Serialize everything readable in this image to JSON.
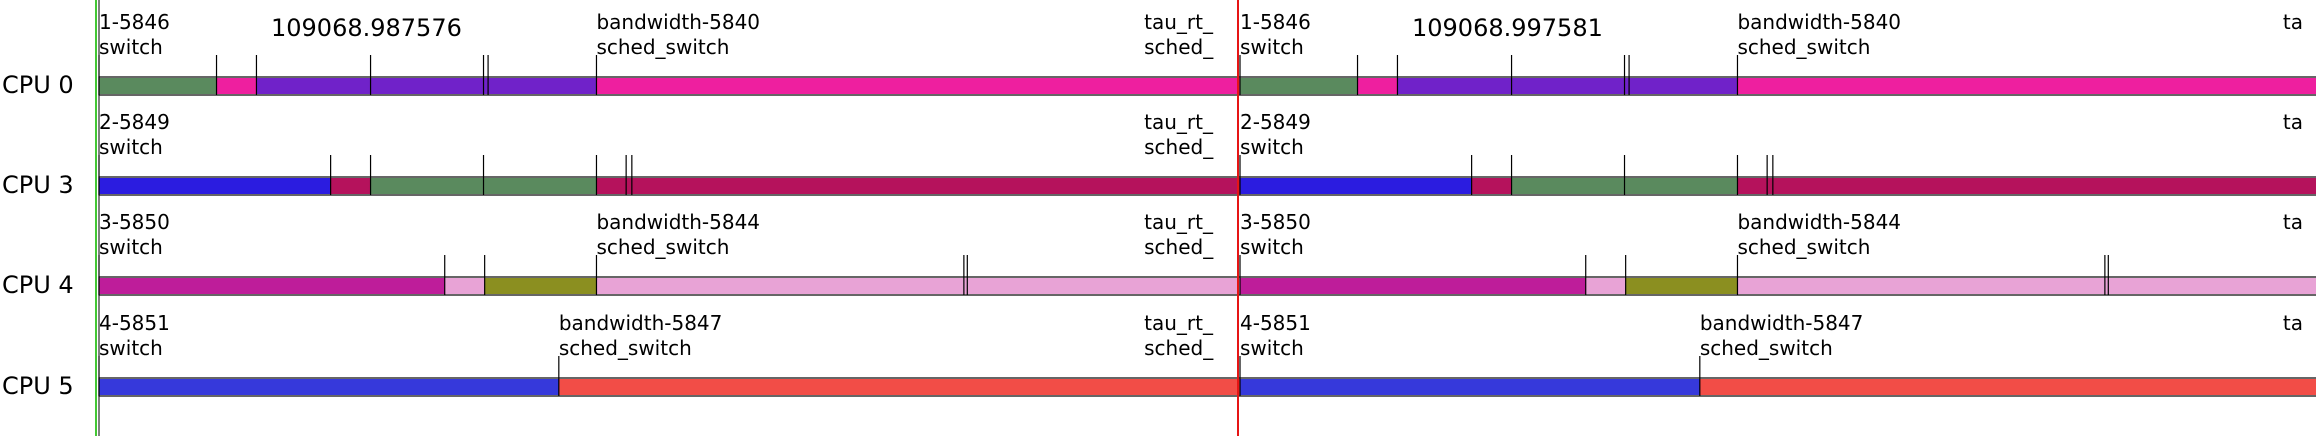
{
  "app": {
    "type": "trace-viewer",
    "timestamps": [
      {
        "t_label": "109068.987576",
        "x_us": 0
      },
      {
        "t_label": "109068.997581",
        "x_us": 1
      }
    ]
  },
  "colors": {
    "green": "#5a8a5e",
    "pink": "#ee1f9f",
    "purple": "#7022c9",
    "blue": "#2b1ce0",
    "crimson": "#b5125c",
    "magenta": "#be1d9a",
    "lightpink": "#e8a3d6",
    "olive": "#8b8f20",
    "royal": "#3639db",
    "red": "#f24d47",
    "cursor": "#e61515",
    "marker": "#43c734"
  },
  "rows": [
    {
      "cpu": "CPU 0",
      "annotations": [
        {
          "l1": "1-5846",
          "l2": "switch",
          "x": 0.0
        },
        {
          "l1": "bandwidth-5840",
          "l2": "sched_switch",
          "x": 0.436
        },
        {
          "l1": "tau_rt_",
          "l2": "sched_",
          "x": 0.916
        },
        {
          "l1": "1-5846",
          "l2": "switch",
          "x": 1.0
        },
        {
          "l1": "bandwidth-5840",
          "l2": "sched_switch",
          "x": 1.436
        },
        {
          "l1": "ta",
          "l2": "",
          "x": 1.914
        }
      ],
      "segments": [
        {
          "a": 0.0,
          "b": 0.103,
          "c": "green"
        },
        {
          "a": 0.103,
          "b": 0.138,
          "c": "pink"
        },
        {
          "a": 0.138,
          "b": 0.436,
          "c": "purple"
        },
        {
          "a": 0.436,
          "b": 1.0,
          "c": "pink"
        }
      ],
      "ticks": [
        0.0,
        0.103,
        0.138,
        0.238,
        0.337,
        0.341,
        0.436
      ]
    },
    {
      "cpu": "CPU 3",
      "annotations": [
        {
          "l1": "2-5849",
          "l2": "switch",
          "x": 0.0
        },
        {
          "l1": "tau_rt_",
          "l2": "sched_",
          "x": 0.916
        },
        {
          "l1": "2-5849",
          "l2": "switch",
          "x": 1.0
        },
        {
          "l1": "ta",
          "l2": "",
          "x": 1.914
        }
      ],
      "segments": [
        {
          "a": 0.0,
          "b": 0.203,
          "c": "blue"
        },
        {
          "a": 0.203,
          "b": 0.238,
          "c": "crimson"
        },
        {
          "a": 0.238,
          "b": 0.436,
          "c": "green"
        },
        {
          "a": 0.436,
          "b": 1.0,
          "c": "crimson"
        }
      ],
      "ticks": [
        0.0,
        0.203,
        0.238,
        0.337,
        0.436,
        0.462,
        0.467
      ]
    },
    {
      "cpu": "CPU 4",
      "annotations": [
        {
          "l1": "3-5850",
          "l2": "switch",
          "x": 0.0
        },
        {
          "l1": "bandwidth-5844",
          "l2": "sched_switch",
          "x": 0.436
        },
        {
          "l1": "tau_rt_",
          "l2": "sched_",
          "x": 0.916
        },
        {
          "l1": "3-5850",
          "l2": "switch",
          "x": 1.0
        },
        {
          "l1": "bandwidth-5844",
          "l2": "sched_switch",
          "x": 1.436
        },
        {
          "l1": "ta",
          "l2": "",
          "x": 1.914
        }
      ],
      "segments": [
        {
          "a": 0.0,
          "b": 0.303,
          "c": "magenta"
        },
        {
          "a": 0.303,
          "b": 0.338,
          "c": "lightpink"
        },
        {
          "a": 0.338,
          "b": 0.436,
          "c": "olive"
        },
        {
          "a": 0.436,
          "b": 1.0,
          "c": "lightpink"
        }
      ],
      "ticks": [
        0.0,
        0.303,
        0.338,
        0.436,
        0.758,
        0.761
      ]
    },
    {
      "cpu": "CPU 5",
      "annotations": [
        {
          "l1": "4-5851",
          "l2": "switch",
          "x": 0.0
        },
        {
          "l1": "bandwidth-5847",
          "l2": "sched_switch",
          "x": 0.403
        },
        {
          "l1": "tau_rt_",
          "l2": "sched_",
          "x": 0.916
        },
        {
          "l1": "4-5851",
          "l2": "switch",
          "x": 1.0
        },
        {
          "l1": "bandwidth-5847",
          "l2": "sched_switch",
          "x": 1.403
        },
        {
          "l1": "ta",
          "l2": "",
          "x": 1.914
        }
      ],
      "segments": [
        {
          "a": 0.0,
          "b": 0.403,
          "c": "royal"
        },
        {
          "a": 0.403,
          "b": 1.0,
          "c": "red"
        }
      ],
      "ticks": [
        0.0,
        0.403
      ]
    }
  ]
}
